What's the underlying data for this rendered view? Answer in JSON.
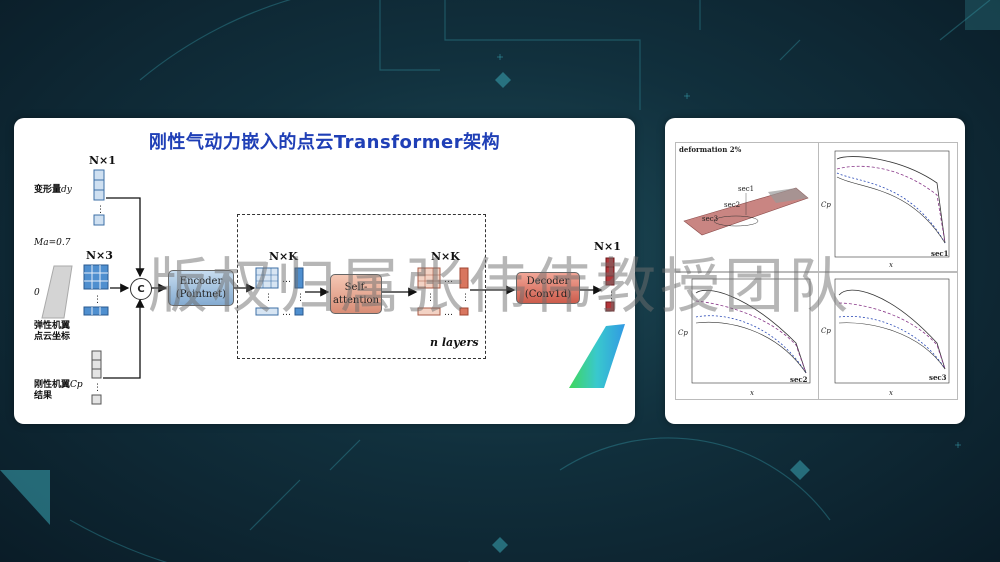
{
  "title": "刚性气动力嵌入的点云Transformer架构",
  "watermark": "版权归属张伟伟教授团队",
  "inputs": {
    "dim_n1": "N×1",
    "deform_label": "变形量",
    "deform_var": "dy",
    "ma_label": "Ma=0.7",
    "zero_label": "0",
    "dim_n3": "N×3",
    "elastic_label_1": "弹性机翼",
    "elastic_label_2": "点云坐标",
    "rigid_label_1": "刚性机翼",
    "rigid_var": "Cp",
    "rigid_label_2": "结果"
  },
  "concat": "C",
  "encoder": {
    "line1": "Encoder",
    "line2": "(Pointnet)"
  },
  "attention": {
    "line1": "Self-",
    "line2": "attention"
  },
  "decoder": {
    "line1": "Decoder",
    "line2": "(Conv1d)"
  },
  "dims": {
    "nk_1": "N×K",
    "nk_2": "N×K",
    "n1_out": "N×1"
  },
  "n_layers": "n layers",
  "side": {
    "deformation_label": "deformation 2%",
    "sec1": "sec1",
    "sec2": "sec2",
    "sec3": "sec3",
    "axis_x": "x",
    "axis_y": "Cp"
  },
  "colors": {
    "title": "#1f3fb6",
    "encoder": "#9dbfe0",
    "attention": "#e8a892",
    "decoder": "#d96b5a",
    "output_cells": "#b4363a",
    "matrix_blue": "#3f7fbf"
  }
}
